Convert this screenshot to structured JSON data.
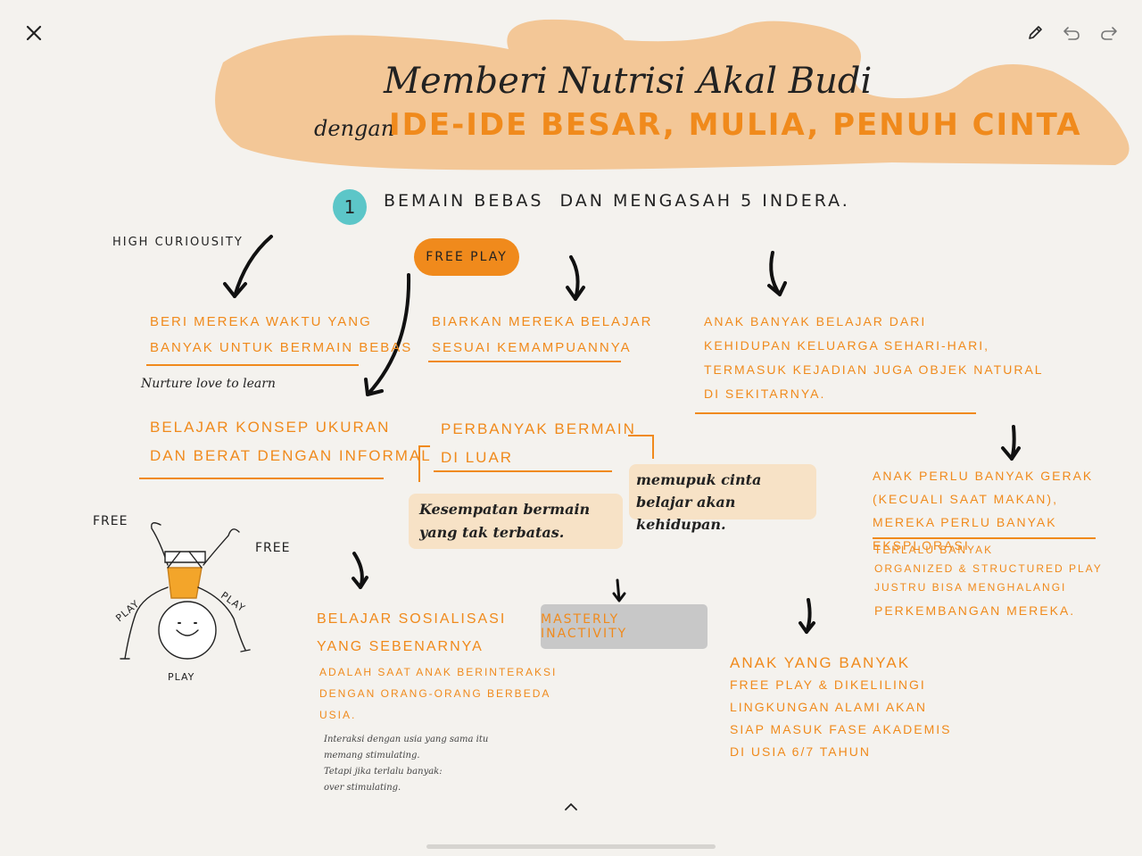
{
  "toolbar": {
    "close_icon": "close-icon",
    "pen_icon": "pencil-icon",
    "undo_icon": "undo-icon",
    "redo_icon": "redo-icon"
  },
  "title": {
    "line1": "Memberi Nutrisi Akal Budi",
    "prefix": "dengan",
    "line2": "IDE-IDE BESAR, MULIA, PENUH CINTA"
  },
  "section": {
    "number": "1",
    "heading": "BEMAIN BEBAS  DAN MENGASAH 5 INDERA."
  },
  "notes": {
    "high_curiosity": "HIGH CURIOUSITY",
    "free_play_pill": "FREE PLAY",
    "beri_waktu": [
      "BERI MEREKA WAKTU YANG",
      "BANYAK UNTUK BERMAIN BEBAS"
    ],
    "nurture": "Nurture love to learn",
    "biarkan": [
      "BIARKAN MEREKA BELAJAR",
      "SESUAI KEMAMPUANNYA"
    ],
    "anak_banyak_belajar": [
      "ANAK BANYAK BELAJAR DARI",
      "KEHIDUPAN KELUARGA SEHARI-HARI,",
      "TERMASUK KEJADIAN JUGA OBJEK NATURAL",
      "DI SEKITARNYA."
    ],
    "konsep_ukuran": [
      "BELAJAR KONSEP UKURAN",
      "DAN BERAT DENGAN INFORMAL"
    ],
    "perbanyak": [
      "PERBANYAK BERMAIN",
      "DI LUAR"
    ],
    "kesempatan": "Kesempatan bermain yang tak terbatas.",
    "memupuk": "memupuk cinta belajar akan kehidupan.",
    "anak_perlu_gerak": [
      "ANAK PERLU BANYAK GERAK",
      "(KECUALI SAAT MAKAN),",
      "MEREKA PERLU BANYAK EKSPLORASI"
    ],
    "terlalu_banyak": [
      "TERLALU BANYAK",
      "ORGANIZED & STRUCTURED PLAY",
      "JUSTRU BISA MENGHALANGI",
      "PERKEMBANGAN MEREKA."
    ],
    "sosialisasi": [
      "BELAJAR SOSIALISASI",
      "YANG SEBENARNYA",
      "ADALAH SAAT ANAK BERINTERAKSI",
      "DENGAN ORANG-ORANG BERBEDA",
      "USIA."
    ],
    "interaksi_note": [
      "Interaksi dengan usia yang sama itu",
      "memang stimulating.",
      "Tetapi jika terlalu banyak:",
      "over stimulating."
    ],
    "masterly": "MASTERLY INACTIVITY",
    "anak_free_play": [
      "ANAK YANG BANYAK",
      "FREE PLAY & DIKELILINGI",
      "LINGKUNGAN ALAMI AKAN",
      "SIAP MASUK FASE AKADEMIS",
      "DI USIA 6/7 TAHUN"
    ]
  },
  "figure_labels": {
    "free_left": "FREE",
    "free_right": "FREE",
    "play_left": "PLAY",
    "play_right": "PLAY",
    "play_bottom": "PLAY"
  },
  "colors": {
    "accent_orange": "#f08a1c",
    "banner_peach": "#f3c797",
    "section_teal": "#5cc6c8",
    "note_bg": "#f7e2c6",
    "gray_box": "#c8c8c8"
  }
}
